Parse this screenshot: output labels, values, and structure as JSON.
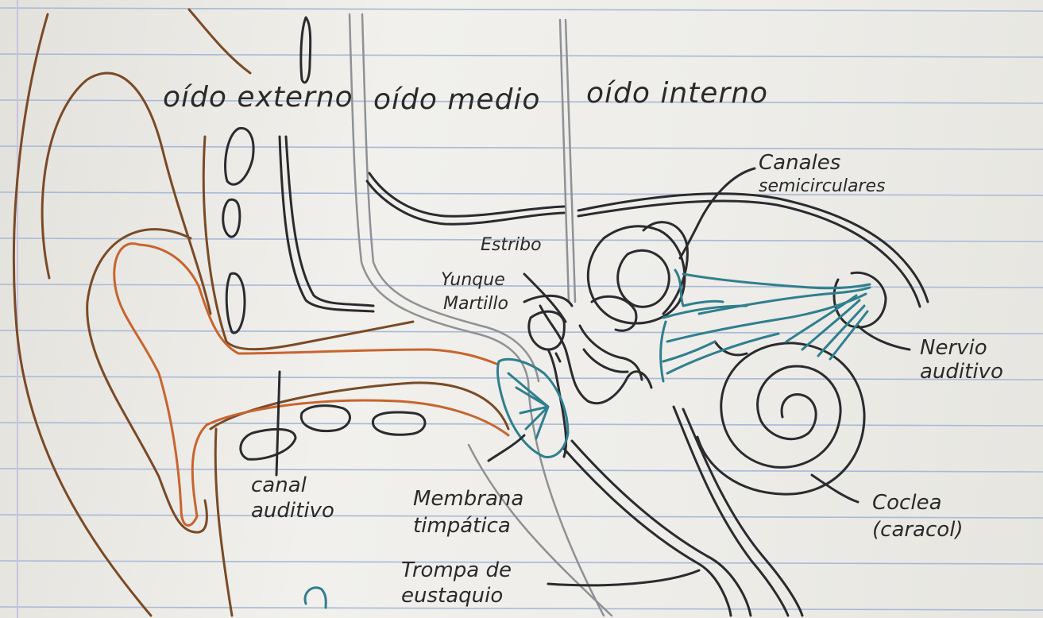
{
  "sections": {
    "outer": "oído externo",
    "middle": "oído medio",
    "inner": "oído interno"
  },
  "parts": {
    "semicircular_canals": [
      "Canales",
      "semicirculares"
    ],
    "stapes": "Estribo",
    "incus": "Yunque",
    "malleus": "Martillo",
    "auditory_nerve": [
      "Nervio",
      "auditivo"
    ],
    "ear_canal": [
      "canal",
      "auditivo"
    ],
    "eardrum": [
      "Membrana",
      "timpática"
    ],
    "cochlea": [
      "Coclea",
      "(caracol)"
    ],
    "eustachian_tube": [
      "Trompa de",
      "eustaquio"
    ]
  },
  "colors": {
    "ink_black": "#2a2b2e",
    "ink_brown": "#7a4a26",
    "ink_orange": "#c8642e",
    "ink_teal": "#2f7f8e",
    "ink_gray": "#8e9196",
    "rule_line": "#a9b9d6",
    "margin_line": "#c9c3dc"
  }
}
